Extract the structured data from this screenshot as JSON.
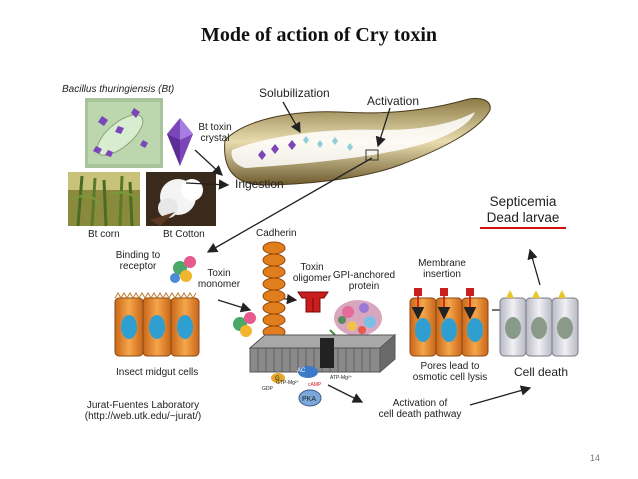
{
  "slide": {
    "title": "Mode of action of Cry toxin",
    "page_number": "14"
  },
  "labels": {
    "bt": "Bacillus thuringiensis (Bt)",
    "bt_toxin_crystal_1": "Bt toxin",
    "bt_toxin_crystal_2": "crystal",
    "solubilization": "Solubilization",
    "activation": "Activation",
    "ingestion": "Ingestion",
    "bt_corn": "Bt corn",
    "bt_cotton": "Bt Cotton",
    "septicemia": "Septicemia",
    "dead_larvae": "Dead larvae",
    "binding_1": "Binding to",
    "binding_2": "receptor",
    "toxin_monomer_1": "Toxin",
    "toxin_monomer_2": "monomer",
    "cadherin": "Cadherin",
    "toxin_oligomer_1": "Toxin",
    "toxin_oligomer_2": "oligomer",
    "gpi_1": "GPI-anchored",
    "gpi_2": "protein",
    "membrane_1": "Membrane",
    "membrane_2": "insertion",
    "insect_midgut": "Insect midgut cells",
    "pores_1": "Pores lead to",
    "pores_2": "osmotic cell lysis",
    "cell_death": "Cell death",
    "lab_1": "Jurat-Fuentes Laboratory",
    "lab_2": "(http://web.utk.edu/~jurat/)",
    "activation_pathway_1": "Activation of",
    "activation_pathway_2": "cell death pathway",
    "pka": "PKA",
    "ac": "AC",
    "g": "G",
    "gdp": "GDP",
    "gtp": "GTP-Mg²⁺",
    "camp": "cAMP",
    "atp": "ATP-Mg²⁺"
  },
  "colors": {
    "cell_orange": "#e58a2c",
    "nucleus_blue": "#2f9fd2",
    "cadherin_orange": "#e07d1c",
    "oligomer_red": "#c81e1e",
    "dead_line": "#d01010",
    "crystal_purple": "#7b46b8",
    "membrane_gray": "#8a8a8a"
  }
}
